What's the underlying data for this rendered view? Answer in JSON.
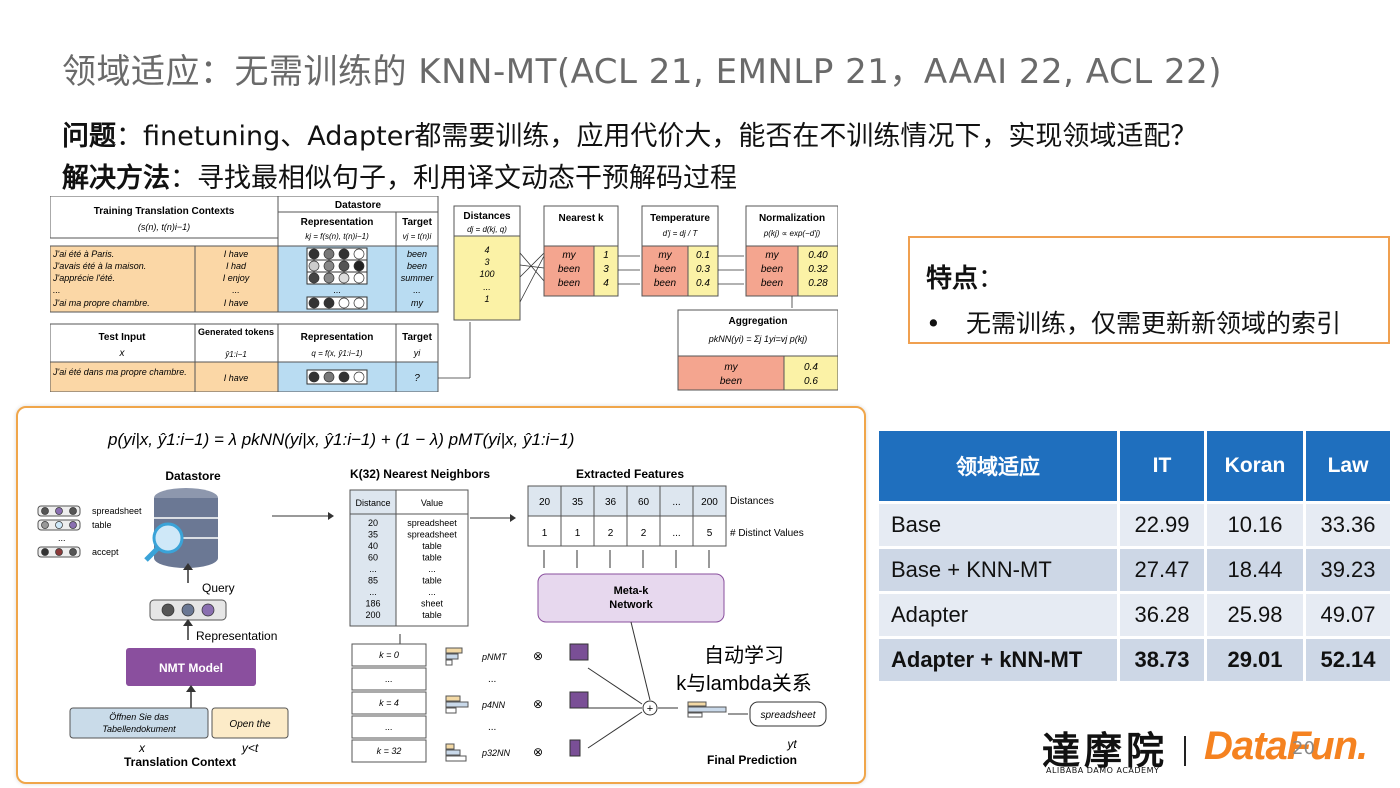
{
  "title": "领域适应：无需训练的 KNN-MT(ACL 21, EMNLP 21，AAAI 22, ACL 22)",
  "problem": {
    "label": "问题",
    "text": "：finetuning、Adapter都需要训练，应用代价大，能否在不训练情况下，实现领域适配？"
  },
  "solution": {
    "label": "解决方法",
    "text": "：寻找最相似句子，利用译文动态干预解码过程"
  },
  "features": {
    "heading": "特点",
    "colon": "：",
    "bullet": "•",
    "item": "无需训练，仅需更新新领域的索引"
  },
  "table": {
    "headers": [
      "领域适应",
      "IT",
      "Koran",
      "Law"
    ],
    "rows": [
      [
        "Base",
        "22.99",
        "10.16",
        "33.36"
      ],
      [
        "Base + KNN-MT",
        "27.47",
        "18.44",
        "39.23"
      ],
      [
        "Adapter",
        "36.28",
        "25.98",
        "49.07"
      ],
      [
        "Adapter + kNN-MT",
        "38.73",
        "29.01",
        "52.14"
      ]
    ]
  },
  "fig1": {
    "ttc": "Training Translation Contexts",
    "ttc_sub": "(s(n), t(n)i−1)",
    "datastore": "Datastore",
    "representation": "Representation",
    "rep_formula": "kj = f(s(n), t(n)i−1)",
    "target": "Target",
    "target_formula": "vj = t(n)i",
    "sources": [
      "J'ai été à Paris.",
      "J'avais été à la maison.",
      "J'apprécie l'été.",
      "...",
      "J'ai ma propre chambre."
    ],
    "prefixes": [
      "I have",
      "I had",
      "I enjoy",
      "...",
      "I have"
    ],
    "targets": [
      "been",
      "been",
      "summer",
      "...",
      "my"
    ],
    "distances_title": "Distances",
    "distances_formula": "dj = d(kj, q)",
    "distances": [
      "4",
      "3",
      "100",
      "...",
      "1"
    ],
    "nearest_title": "Nearest k",
    "nearest_words": [
      "my",
      "been",
      "been"
    ],
    "nearest_vals": [
      "1",
      "3",
      "4"
    ],
    "temp_title": "Temperature",
    "temp_formula": "d'j = dj / T",
    "temp_vals": [
      "0.1",
      "0.3",
      "0.4"
    ],
    "norm_title": "Normalization",
    "norm_formula": "p(kj) ∝ exp(−d'j)",
    "norm_vals": [
      "0.40",
      "0.32",
      "0.28"
    ],
    "test_input": "Test Input",
    "test_x": "x",
    "generated": "Generated tokens",
    "generated_sym": "ŷ1:i−1",
    "rep2": "Representation",
    "rep2_formula": "q = f(x, ŷ1:i−1)",
    "target2": "Target",
    "target2_sym": "yi",
    "test_src": "J'ai été dans ma propre chambre.",
    "test_prefix": "I have",
    "test_target": "?",
    "agg_title": "Aggregation",
    "agg_formula": "pkNN(yi) = Σj 1yi=vj p(kj)",
    "agg_words": [
      "my",
      "been"
    ],
    "agg_vals": [
      "0.4",
      "0.6"
    ]
  },
  "fig2": {
    "formula": "p(yi|x, ŷ1:i−1) = λ pkNN(yi|x, ŷ1:i−1) + (1 − λ) pMT(yi|x, ŷ1:i−1)",
    "datastore": "Datastore",
    "ds_items": [
      "spreadsheet",
      "table",
      "...",
      "accept"
    ],
    "query": "Query",
    "representation": "Representation",
    "nmt": "NMT Model",
    "src": "Öffnen Sie das Tabellendokument",
    "prefix": "Open the",
    "x": "x",
    "y": "y<t",
    "context": "Translation Context",
    "knn_title": "K(32) Nearest Neighbors",
    "knn_headers": [
      "Distance",
      "Value"
    ],
    "knn_distances": [
      "20",
      "35",
      "40",
      "60",
      "...",
      "85",
      "...",
      "186",
      "200"
    ],
    "knn_values": [
      "spreadsheet",
      "spreadsheet",
      "table",
      "table",
      "...",
      "table",
      "...",
      "sheet",
      "table"
    ],
    "feat_title": "Extracted Features",
    "feat_dist": [
      "20",
      "35",
      "36",
      "60",
      "...",
      "200"
    ],
    "feat_dist_label": "Distances",
    "feat_cnt": [
      "1",
      "1",
      "2",
      "2",
      "...",
      "5"
    ],
    "feat_cnt_label": "# Distinct Values",
    "meta": "Meta-k Network",
    "k_rows": [
      "k = 0",
      "...",
      "k = 4",
      "...",
      "k = 32"
    ],
    "p_labels": [
      "pNMT",
      "...",
      "p4NN",
      "...",
      "p32NN"
    ],
    "auto_learn_1": "自动学习",
    "auto_learn_2": "k与lambda关系",
    "output": "spreadsheet",
    "yt": "yt",
    "final": "Final Prediction"
  },
  "logos": {
    "cn": "達摩院",
    "en": "ALIBABA DAMO ACADEMY",
    "df": "DataFun.",
    "page": "20"
  },
  "colors": {
    "accent_blue": "#1f6fbe",
    "accent_orange": "#f0a64a",
    "salmon": "#f4a58f",
    "yellow": "#fbf2a6",
    "lightblue": "#b9dcf2",
    "meta_purple": "#e7d8ee",
    "nmt_purple": "#8a4f9e"
  }
}
